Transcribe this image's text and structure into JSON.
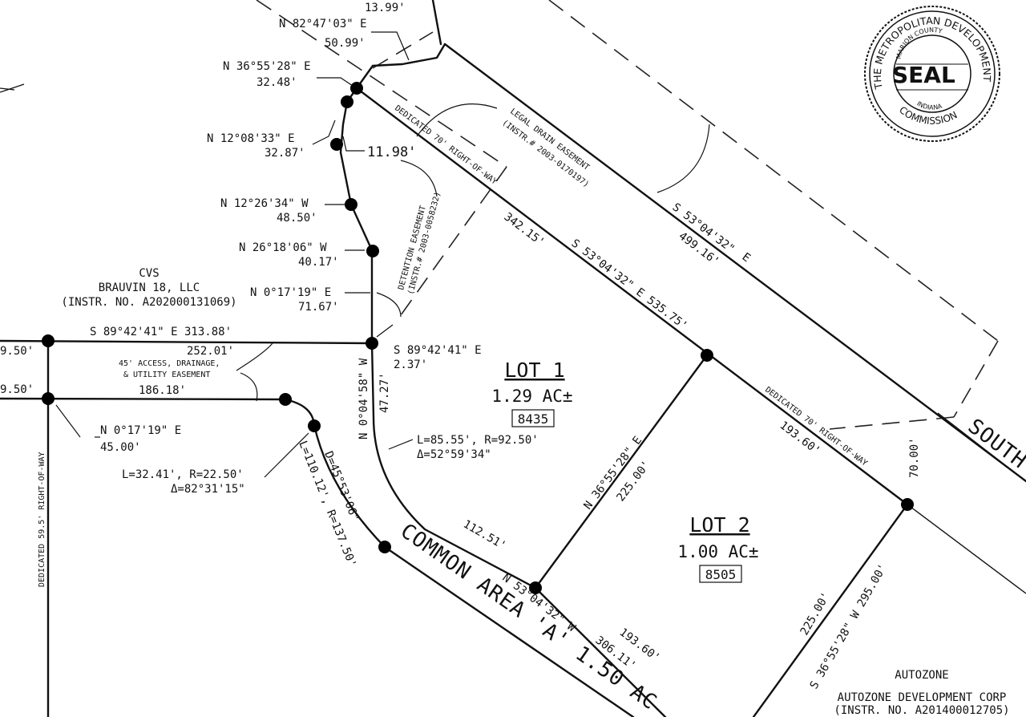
{
  "seal": {
    "outer_text": "THE METROPOLITAN DEVELOPMENT",
    "county": "MARION COUNTY",
    "center": "SEAL",
    "state": "INDIANA",
    "bottom": "COMMISSION"
  },
  "neighbors": {
    "cvs": [
      "CVS",
      "BRAUVIN 18, LLC",
      "(INSTR. NO. A202000131069)"
    ],
    "autozone": [
      "AUTOZONE",
      "AUTOZONE DEVELOPMENT CORP",
      "(INSTR. NO. A201400012705)"
    ]
  },
  "lots": [
    {
      "name": "LOT 1",
      "area": "1.29 AC±",
      "number": "8435"
    },
    {
      "name": "LOT 2",
      "area": "1.00 AC±",
      "number": "8505"
    }
  ],
  "common_area": "COMMON AREA 'A' 1.50 AC",
  "south_label": "SOUTH",
  "easements": {
    "legal_drain": [
      "LEGAL DRAIN EASEMENT",
      "(INSTR.# 2003-0170197)"
    ],
    "detention": [
      "DETENTION EASEMENT",
      "(INSTR.# 2003-0058232)"
    ],
    "row_70_a": "DEDICATED 70' RIGHT-OF-WAY",
    "row_70_b": "DEDICATED 70' RIGHT-OF-WAY",
    "row_59": "DEDICATED 59.5' RIGHT-OF-WAY",
    "access": [
      "45' ACCESS, DRAINAGE,",
      "& UTILITY EASEMENT"
    ]
  },
  "labels": {
    "b1_dist": "13.99'",
    "b2_brg": "N 82°47'03\" E",
    "b2_dist": "50.99'",
    "b3_brg": "N 36°55'28\" E",
    "b3_dist": "32.48'",
    "b4_brg": "N 12°08'33\" E",
    "b4_dist": "32.87'",
    "b4_extra": "11.98'",
    "b5_brg": "N 12°26'34\" W",
    "b5_dist": "48.50'",
    "b6_brg": "N 26°18'06\" W",
    "b6_dist": "40.17'",
    "b7_brg": "N 0°17'19\" E",
    "b7_dist": "71.67'",
    "top_brg": "S 89°42'41\" E   313.88'",
    "top_sub": "252.01'",
    "mid_sub": "186.18'",
    "left_a": "9.50'",
    "left_b": "9.50'",
    "r_brg": "S 89°42'41\" E",
    "r_dist": "2.37'",
    "v_brg": "N 0°04'58\" W",
    "v_dist": "47.27'",
    "w_brg": "N 0°17'19\" E",
    "w_dist": "45.00'",
    "curve1_a": "L=85.55', R=92.50'",
    "curve1_b": "Δ=52°59'34\"",
    "curve2_a": "L=32.41', R=22.50'",
    "curve2_b": "Δ=82°31'15\"",
    "curve3_len": "L=110.12', R=137.50'",
    "curve3_delta": "D=45°53'06\"",
    "line_342": "342.15'",
    "line_535": "S 53°04'32\" E   535.75'",
    "line_499_brg": "S 53°04'32\"",
    "line_499_dist": "499.16'",
    "line_499_e": "E",
    "div_brg": "N 36°55'28\" E",
    "div_dist": "225.00'",
    "rt_dist": "193.60'",
    "rt_70": "70.00'",
    "bottom_brg": "N 53°04'32\" W",
    "bottom_dist": "306.11'",
    "bottom_sub": "193.60'",
    "seg_112": "112.51'",
    "right_dist": "225.00'",
    "right_brg": "S 36°55'28\" W   295.00'"
  }
}
